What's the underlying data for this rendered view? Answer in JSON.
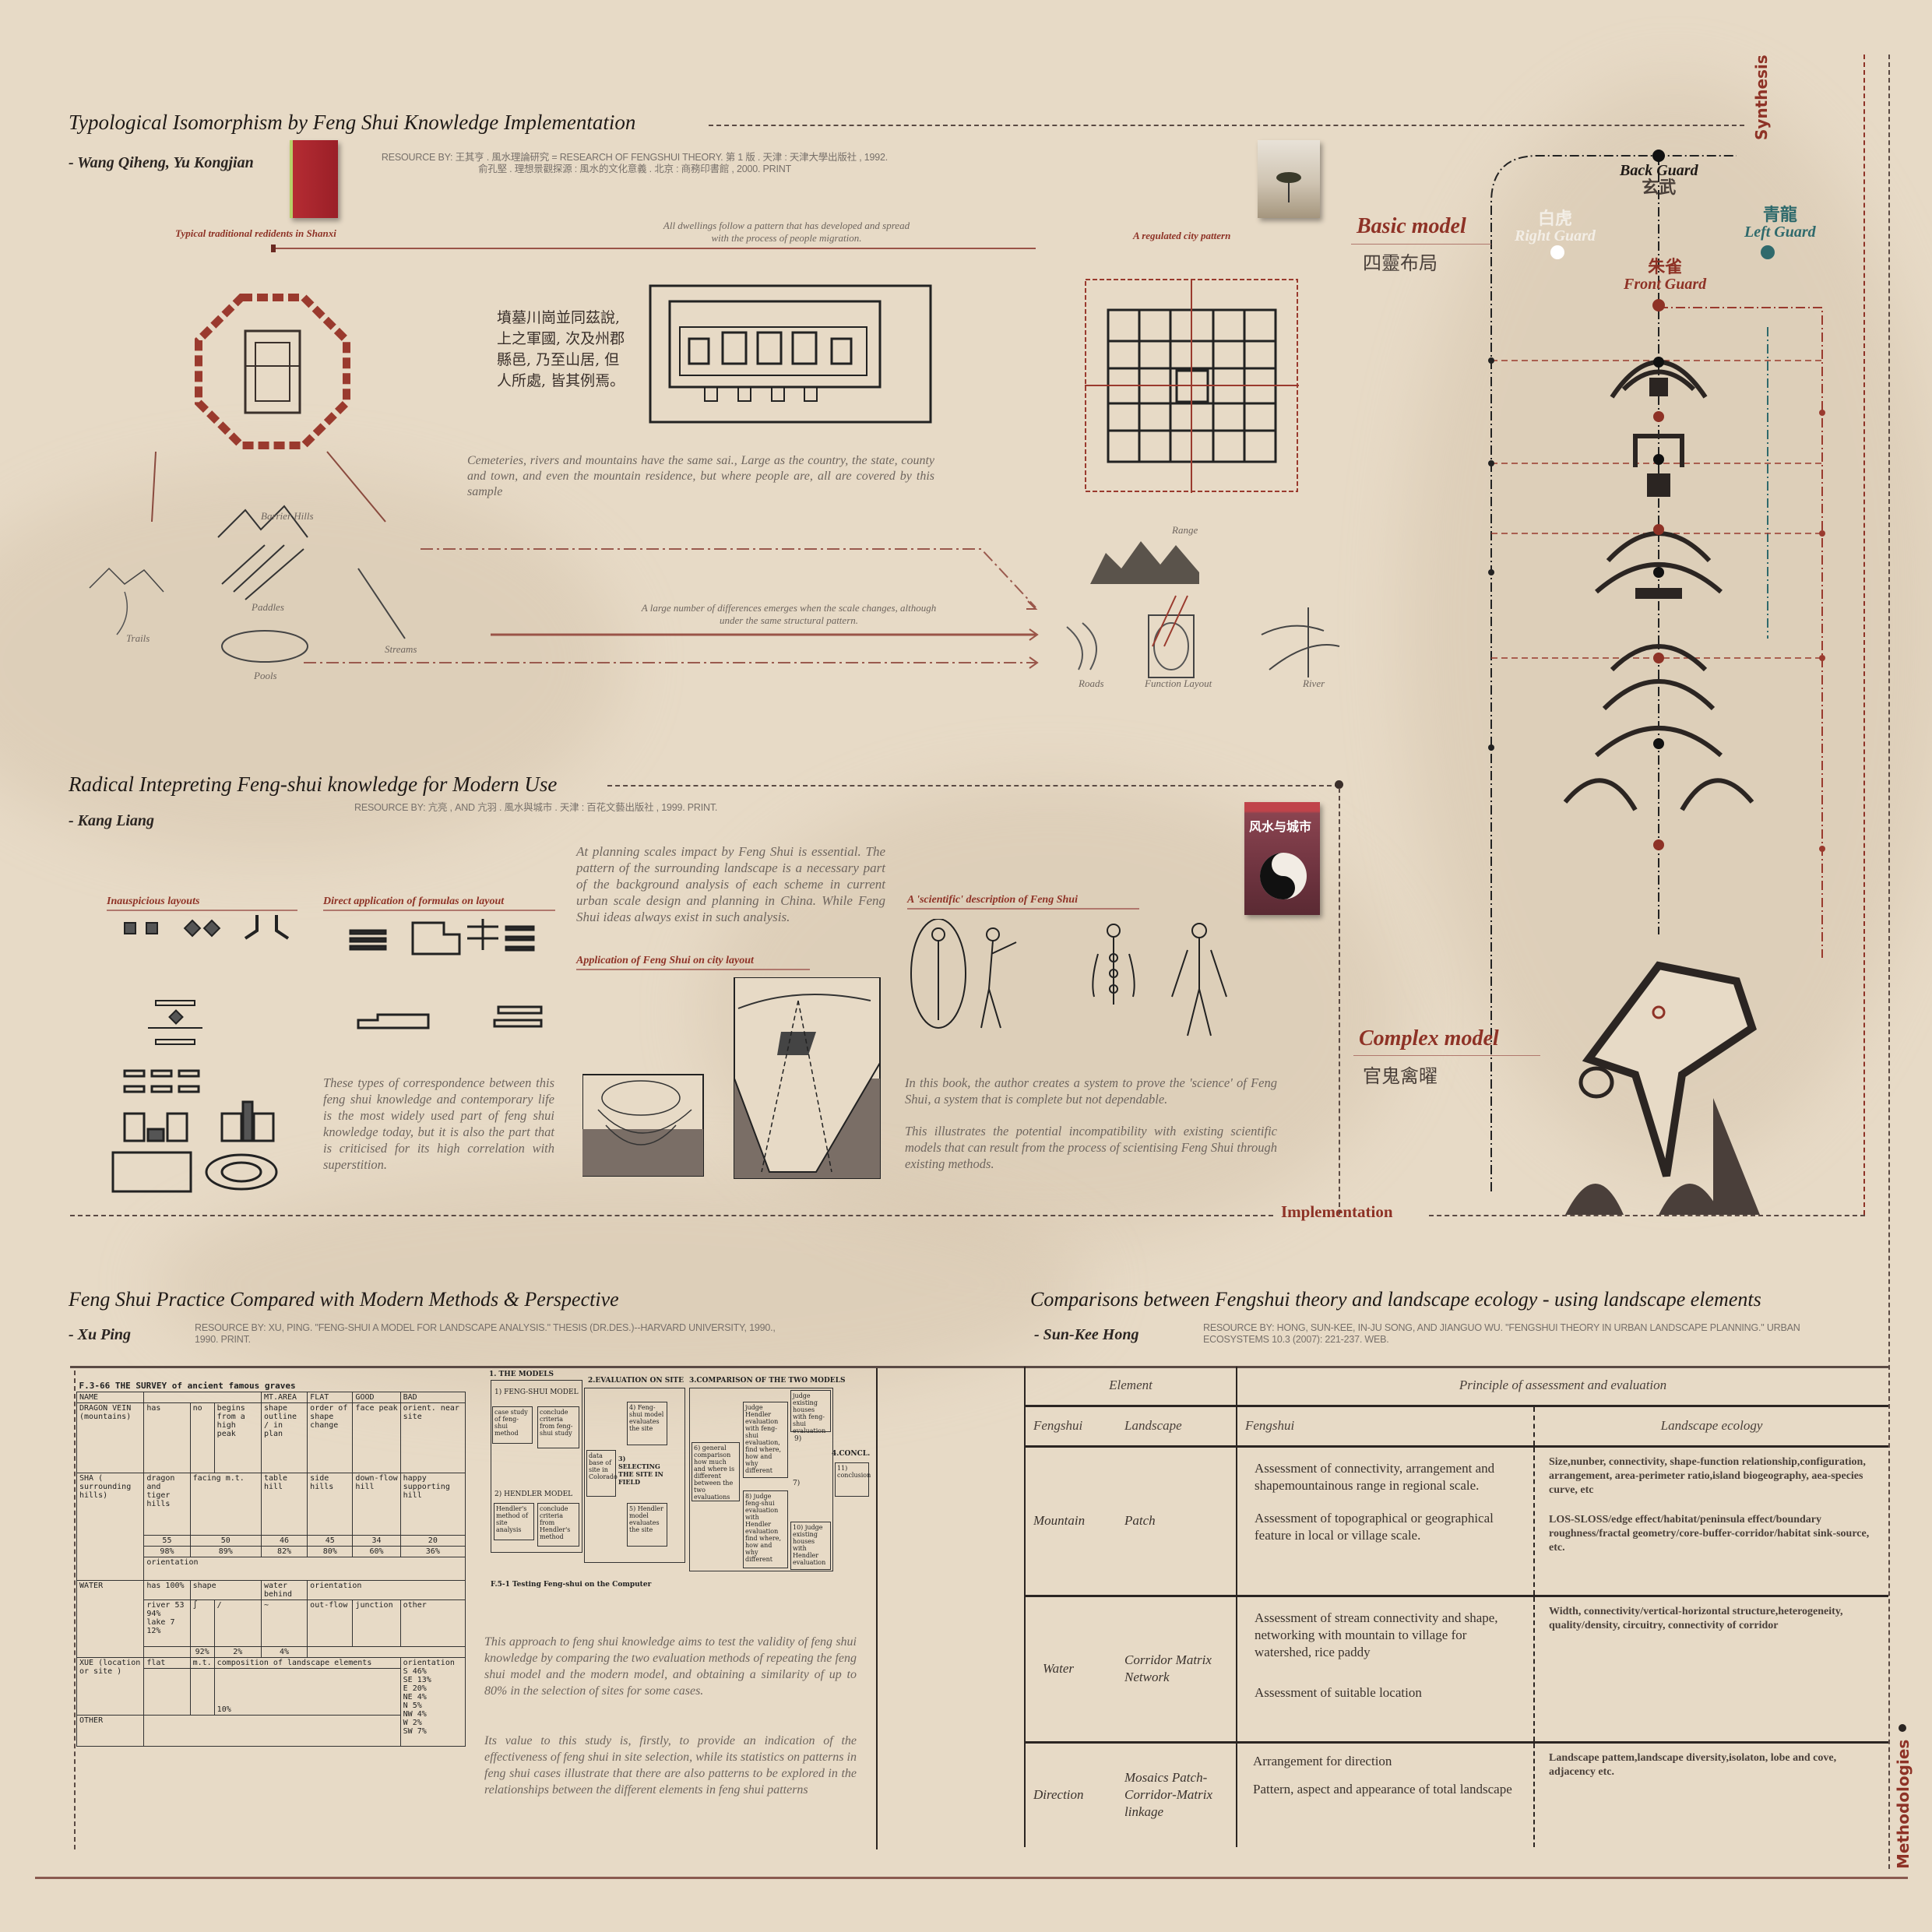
{
  "section_labels": {
    "synthesis": "Synthesis",
    "implementation": "Implementation",
    "methodologies": "Methodologies"
  },
  "colors": {
    "accent_red": "#8e3226",
    "teal": "#2f6a6c",
    "background": "#e7dac6",
    "ink": "#2b2522"
  },
  "section1": {
    "title": "Typological Isomorphism by Feng Shui Knowledge Implementation",
    "author": "- Wang Qiheng, Yu Kongjian",
    "resource_line1": "RESOURCE BY:  王其亨 . 風水理論研究 = RESEARCH OF FENGSHUI THEORY. 第 1 版 . 天津 : 天津大學出版社 , 1992.",
    "resource_line2": "俞孔堅 . 理想景觀探源 : 風水的文化意義 . 北京 : 商務印書館 , 2000. PRINT",
    "caption_shanxi": "Typical traditional redidents in Shanxi",
    "caption_dwellings": "All dwellings follow a pattern that has developed and spread with the process of people migration.",
    "caption_city": "A regulated city pattern",
    "chinese_quote": [
      "墳墓川崗並同茲說,",
      "上之軍國, 次及州郡",
      "縣邑, 乃至山居, 但",
      "人所處, 皆其例焉。"
    ],
    "cemeteries_text": "Cemeteries, rivers and mountains have the same sai., Large as the country, the state, county and town, and even the mountain residence, but where people are, all are covered by this sample",
    "labels": {
      "barrier_hills": "Barrier Hills",
      "paddles": "Paddles",
      "trails": "Trails",
      "streams": "Streams",
      "pools": "Pools",
      "range": "Range",
      "roads": "Roads",
      "function_layout": "Function Layout",
      "river": "River"
    },
    "scale_text": "A large number of differences emerges when the scale changes, although under the same structural pattern."
  },
  "section2": {
    "title": "Radical Intepreting Feng-shui knowledge for Modern Use",
    "author": "- Kang Liang",
    "resource": "RESOURCE BY:  亢亮 , AND 亢羽 . 風水與城市 . 天津 : 百花文藝出版社 , 1999. PRINT.",
    "book_title": "风水与城市",
    "sub_inauspicious": "Inauspicious layouts",
    "sub_direct": "Direct application of formulas on layout",
    "sub_city": "Application of Feng Shui on city layout",
    "sub_scientific": "A 'scientific' description of Feng Shui",
    "planning_text": "At planning scales impact by Feng Shui is essential. The pattern of the surrounding landscape is a necessary part of the background analysis of each scheme in current urban scale design and planning in China. While Feng Shui ideas always exist in such analysis.",
    "correspondence_text": "These types of correspondence between this feng shui knowledge and contemporary life is the most widely used part of feng shui knowledge today, but it is also the part that is criticised for its high correlation with superstition.",
    "book_text": "In this book, the author creates a system to prove the 'science' of Feng Shui, a system that is complete but not dependable.",
    "illustrates_text": "This illustrates the potential incompatibility with existing scientific models that can result from the process of scientising Feng Shui through existing methods."
  },
  "model": {
    "basic_label": "Basic model",
    "basic_cn": "四靈布局",
    "complex_label": "Complex model",
    "complex_cn": "官鬼禽曜",
    "back_guard": "Back Guard",
    "back_guard_cn": "玄武",
    "right_guard": "Right Guard",
    "right_guard_cn": "白虎",
    "left_guard": "Left Guard",
    "left_guard_cn": "青龍",
    "front_guard": "Front Guard",
    "front_guard_cn": "朱雀"
  },
  "section3": {
    "title": "Feng Shui Practice Compared with Modern Methods & Perspective",
    "author": "- Xu Ping",
    "resource": "RESOURCE BY:  XU, PING. \"FENG-SHUI A MODEL FOR LANDSCAPE ANALYSIS.\" THESIS (DR.DES.)--HARVARD UNIVERSITY, 1990., 1990. PRINT.",
    "approach_text": "This approach to feng shui knowledge aims to test the validity of feng shui knowledge by comparing the two evaluation methods of repeating the feng shui model and the modern model, and obtaining a similarity of up to 80% in the selection of sites for some cases.",
    "value_text": "Its value to this study is, firstly, to provide an indication of the effectiveness of feng shui in site selection, while its statistics on patterns in feng shui cases illustrate that there are also patterns to be explored in the relationships between the different elements in feng shui patterns",
    "survey": {
      "title": "F.3-66 THE SURVEY of ancient famous graves",
      "name": "NAME",
      "mt_area": "MT.AREA",
      "flat": "FLAT",
      "good": "GOOD",
      "bad": "BAD",
      "dragon_vein": "DRAGON VEIN (mountains)",
      "dv_cols": [
        "has",
        "no",
        "begins from a high peak",
        "shape",
        "order of shape change",
        "face peak",
        "orient. near site"
      ],
      "dv_shape_sub": [
        "outline",
        "in plan"
      ],
      "sha": "SHA ( surrounding hills)",
      "sha_items": [
        {
          "name": "dragon and tiger hills",
          "count": "55",
          "pct": "98%"
        },
        {
          "name": "facing m.t.",
          "count": "50",
          "pct": "89%"
        },
        {
          "name": "table hill",
          "count": "46",
          "pct": "82%"
        },
        {
          "name": "side hills",
          "count": "45",
          "pct": "80%"
        },
        {
          "name": "down-flow hill",
          "count": "34",
          "pct": "60%"
        },
        {
          "name": "happy supporting hill",
          "count": "20",
          "pct": "36%"
        }
      ],
      "orientation": "orientation",
      "water": "WATER",
      "water_has": "has",
      "water_has_pct": "100%",
      "water_shape": "shape",
      "water_behind": "water behind",
      "water_out": "out-flow",
      "water_junction": "junction",
      "water_other": "other",
      "river": "river",
      "river_count": "53",
      "river_pct": "94%",
      "lake": "lake",
      "lake_count": "7",
      "lake_pct": "12%",
      "shape_pcts": [
        "92%",
        "2%",
        "4%"
      ],
      "xue": "XUE (location or site )",
      "xue_flat": "flat",
      "xue_mt": "m.t.",
      "xue_comp": "composition of landscape elements",
      "xue_comp_pct": "10%",
      "xue_orient": [
        [
          "S",
          "46%"
        ],
        [
          "SE",
          "13%"
        ],
        [
          "E",
          "20%"
        ],
        [
          "NE",
          "4%"
        ],
        [
          "N",
          "5%"
        ],
        [
          "NW",
          "4%"
        ],
        [
          "W",
          "2%"
        ],
        [
          "SW",
          "7%"
        ]
      ],
      "other": "OTHER"
    },
    "flow": {
      "h1": "1. THE MODELS",
      "h2": "2.EVALUATION ON SITE",
      "h3": "3.COMPARISON OF THE TWO MODELS",
      "h4": "4.CONCL.",
      "m1": "1)  FENG-SHUI MODEL",
      "m2": "2)  HENDLER MODEL",
      "b_case": "case study of feng-shui method",
      "b_conclude1": "conclude criteria from feng-shui study",
      "b_hendler": "Hendler's method of site analysis",
      "b_conclude2": "conclude criteria from Hendler's method",
      "b_db": "data base of site in Colorado",
      "b_select": "3) SELECTING THE SITE IN FIELD",
      "b_fsmodel": "4) Feng-shui model evaluates the site",
      "b_hmodel": "5) Hendler model evaluates the site",
      "b_general": "6) general comparison how much and where is different between the two evaluations",
      "b_judge_h": "judge Hendler evaluation with feng-shui evaluation, find where, how and why different",
      "b_judge_f": "8) judge feng-shui evaluation with Hendler evaluation find where, how and why different",
      "b_exist_f": "judge existing houses with feng-shui evaluation",
      "b_exist_h": "10) judge existing houses with Hendler evaluation",
      "n7": "7)",
      "n9": "9)",
      "b_concl": "11) conclusion",
      "caption": "F.5-1 Testing Feng-shui on the Computer"
    }
  },
  "section4": {
    "title": "Comparisons between Fengshui theory and landscape ecology - using landscape elements",
    "author": "- Sun-Kee Hong",
    "resource": "RESOURCE BY:  HONG, SUN-KEE, IN-JU SONG, AND JIANGUO WU. \"FENGSHUI THEORY IN URBAN LANDSCAPE PLANNING.\" URBAN ECOSYSTEMS 10.3 (2007): 221-237. WEB.",
    "table": {
      "h_element": "Element",
      "h_principle": "Principle of assessment and evaluation",
      "h_fengshui": "Fengshui",
      "h_landscape": "Landscape",
      "h_fengshui2": "Fengshui",
      "h_ecology": "Landscape ecology",
      "rows": [
        {
          "fengshui": "Mountain",
          "landscape": "Patch",
          "fs1": "Assessment of connectivity, arrangement and shapemountainous range in regional scale.",
          "fs2": "Assessment of topographical or geographical feature in local or village scale.",
          "le1": "Size,nunber, connectivity, shape-function relationship,configuration, arrangement, area-perimeter ratio,island biogeography, aea-species curve, etc",
          "le2": "LOS-SLOSS/edge effect/habitat/peninsula effect/boundary roughness/fractal geometry/core-buffer-corridor/habitat sink-source, etc."
        },
        {
          "fengshui": "Water",
          "landscape": "Corridor Matrix Network",
          "fs1": "Assessment of stream connectivity and shape, networking with mountain to village for watershed, rice paddy",
          "fs2": "Assessment of suitable location",
          "le1": "Width, connectivity/vertical-horizontal structure,heterogeneity, quality/density, circuitry, connectivity of corridor",
          "le2": ""
        },
        {
          "fengshui": "Direction",
          "landscape": "Mosaics Patch-Corridor-Matrix linkage",
          "fs1": "Arrangement for direction",
          "fs2": "Pattern, aspect and appearance of total landscape",
          "le1": "Landscape pattem,landscape diversity,isolaton, lobe and cove, adjacency etc.",
          "le2": ""
        }
      ]
    }
  }
}
